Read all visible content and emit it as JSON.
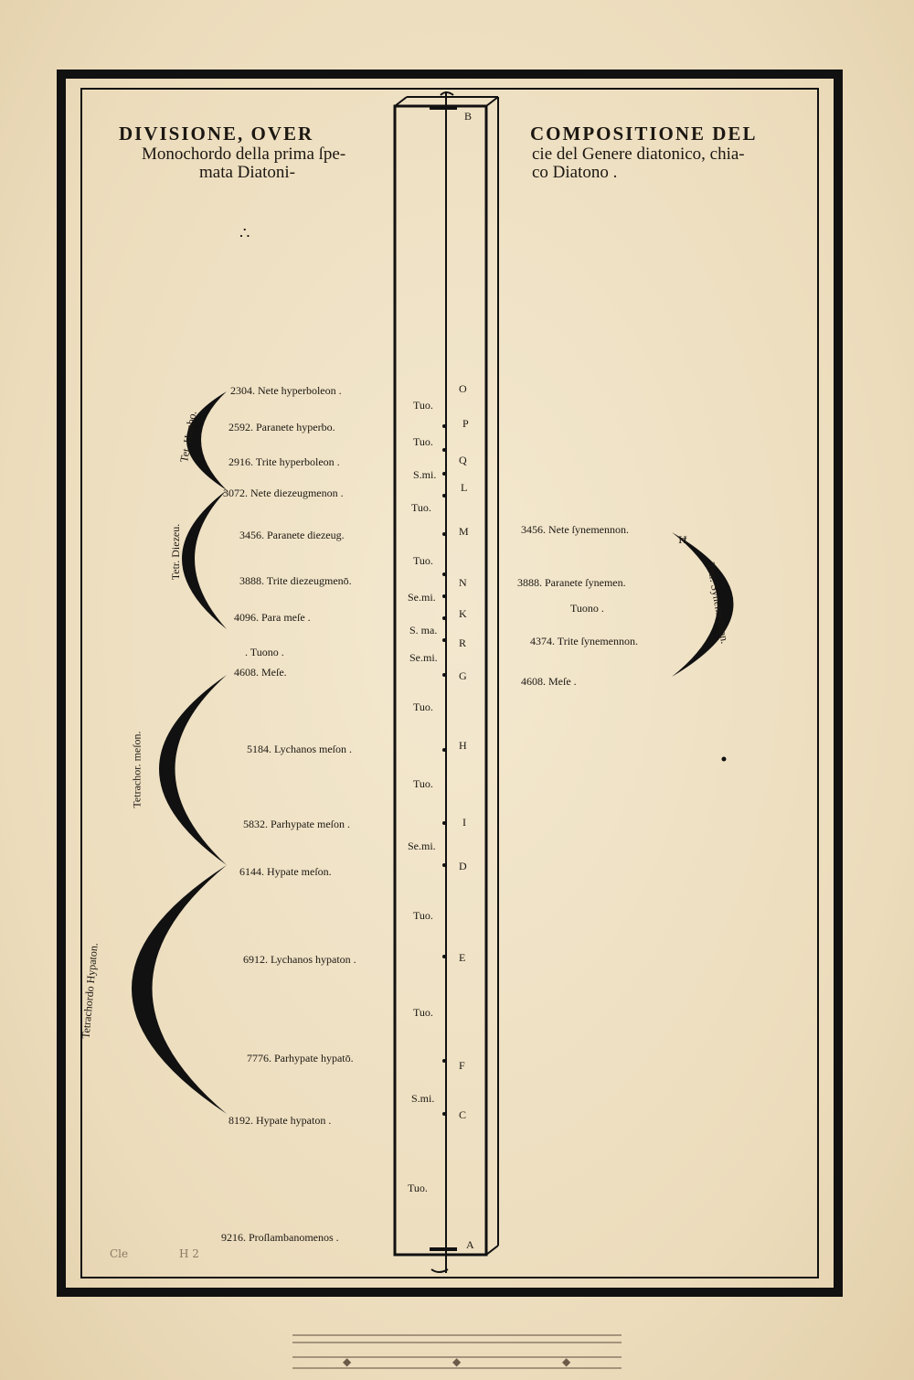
{
  "left_title": {
    "line1": "DIVISIONE, OVER",
    "line2": "Monochordo della prima ſpe-",
    "line3": "mata Diatoni-"
  },
  "right_title": {
    "line1": "COMPOSITIONE DEL",
    "line2": "cie del Genere diatonico, chia-",
    "line3": "co Diatono ."
  },
  "ornament_mark": "∴",
  "left_notes": [
    "2304. Nete hyperboleon .",
    "2592. Paranete hyperbo.",
    "2916. Trite hyperboleon .",
    "3072. Nete diezeugmenon .",
    "3456. Paranete diezeug.",
    "3888. Trite diezeugmenō.",
    "4096. Para meſe .",
    ". Tuono .",
    "4608. Meſe.",
    "5184. Lychanos meſon .",
    "5832. Parhypate meſon .",
    "6144. Hypate meſon.",
    "6912. Lychanos hypaton .",
    "7776. Parhypate hypatō.",
    "8192. Hypate hypaton .",
    "9216. Proſlambanomenos ."
  ],
  "right_notes": [
    "3456. Nete ſynemennon.",
    "3888. Paranete ſynemen.",
    "Tuono .",
    "4374. Trite ſynemennon.",
    "4608. Meſe ."
  ],
  "arc_labels": {
    "hyperboleon": "Tet. Hypbo.",
    "diezeugmenon": "Tetr. Diezeu.",
    "meson": "Tetrachor. meſon.",
    "hypaton": "Tetrachordo Hypaton.",
    "synemmenon": "Tetr. Synemennon."
  },
  "intervals": [
    "Tuo.",
    "Tuo.",
    "S.mi.",
    "Tuo.",
    "Tuo.",
    "Se.mi.",
    "S. ma.",
    "Se.mi.",
    "Tuo.",
    "Tuo.",
    "Se.mi.",
    "Tuo.",
    "Tuo.",
    "S.mi.",
    "Tuo."
  ],
  "letters": [
    "B",
    "O",
    "P",
    "Q",
    "L",
    "M",
    "N",
    "K",
    "R",
    "G",
    "H",
    "I",
    "D",
    "E",
    "F",
    "C",
    "A"
  ],
  "marginal_marks": {
    "top_right": "ꟸ",
    "bottom_left": "Cle",
    "bottom_mid": "H  2"
  }
}
